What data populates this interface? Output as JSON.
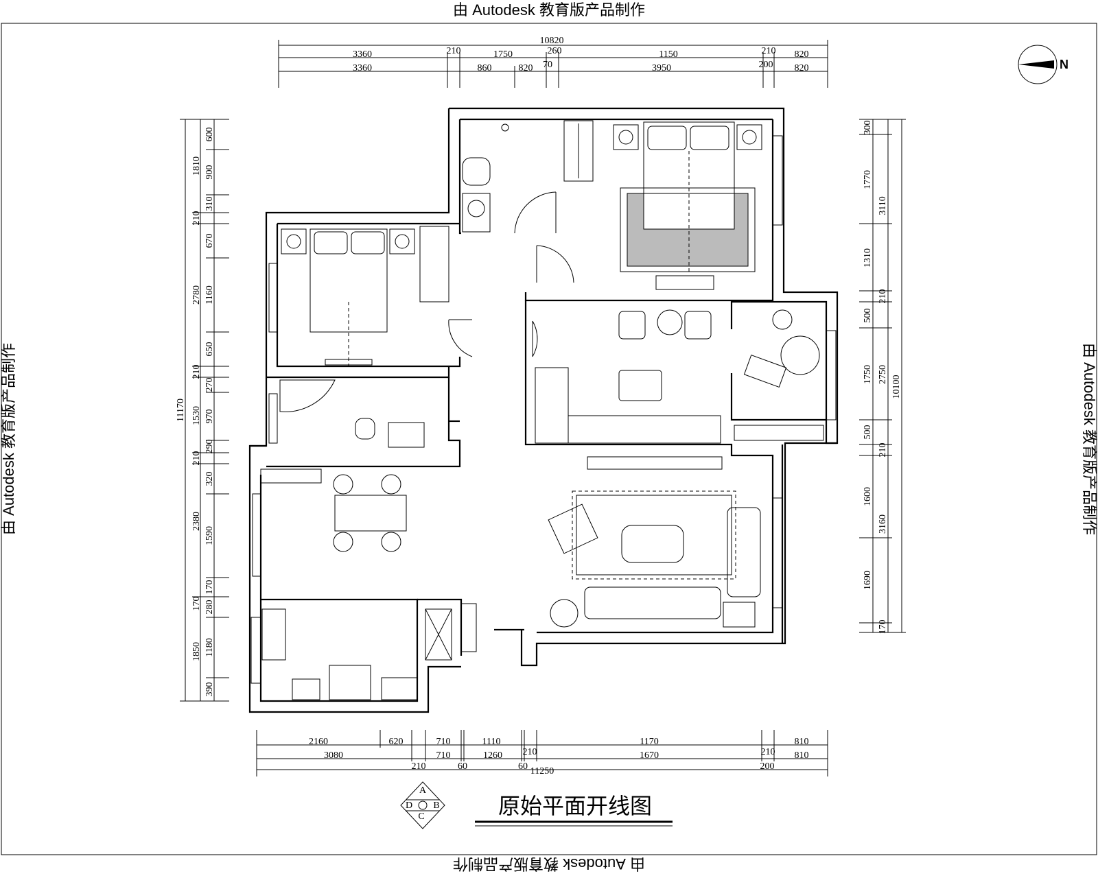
{
  "watermark": {
    "top": "由 Autodesk 教育版产品制作",
    "bottom": "由 Autodesk 教育版产品制作",
    "left": "由 Autodesk 教育版产品制作",
    "right": "由 Autodesk 教育版产品制作"
  },
  "title": "原始平面开线图",
  "north_label": "N",
  "legend_letters": [
    "A",
    "B",
    "C",
    "D"
  ],
  "dimensions": {
    "top_total": "10820",
    "top_row1": [
      "3360",
      "210",
      "1750",
      "260",
      "1150",
      "210",
      "820"
    ],
    "top_row2": [
      "3360",
      "860",
      "820",
      "70",
      "3950",
      "200",
      "820"
    ],
    "bottom_row1": [
      "2160",
      "620",
      "710",
      "1110",
      "1170",
      "810"
    ],
    "bottom_row2": [
      "3080",
      "710",
      "1260",
      "210",
      "1670",
      "210",
      "810"
    ],
    "bottom_row3": [
      "210",
      "60",
      "60",
      "11250",
      "200"
    ],
    "left_total": "11170",
    "left_outer": [
      "1810",
      "210",
      "2780",
      "210",
      "1530",
      "210",
      "2380",
      "170",
      "1850"
    ],
    "left_inner": [
      "600",
      "900",
      "310",
      "670",
      "1160",
      "650",
      "270",
      "970",
      "290",
      "320",
      "1590",
      "170",
      "280",
      "1180",
      "390"
    ],
    "right_total": "10100",
    "right_outer": [
      "3110",
      "210",
      "2750",
      "210",
      "3160",
      "170"
    ],
    "right_inner": [
      "300",
      "1770",
      "1310",
      "500",
      "1750",
      "500",
      "1600",
      "1690"
    ]
  }
}
